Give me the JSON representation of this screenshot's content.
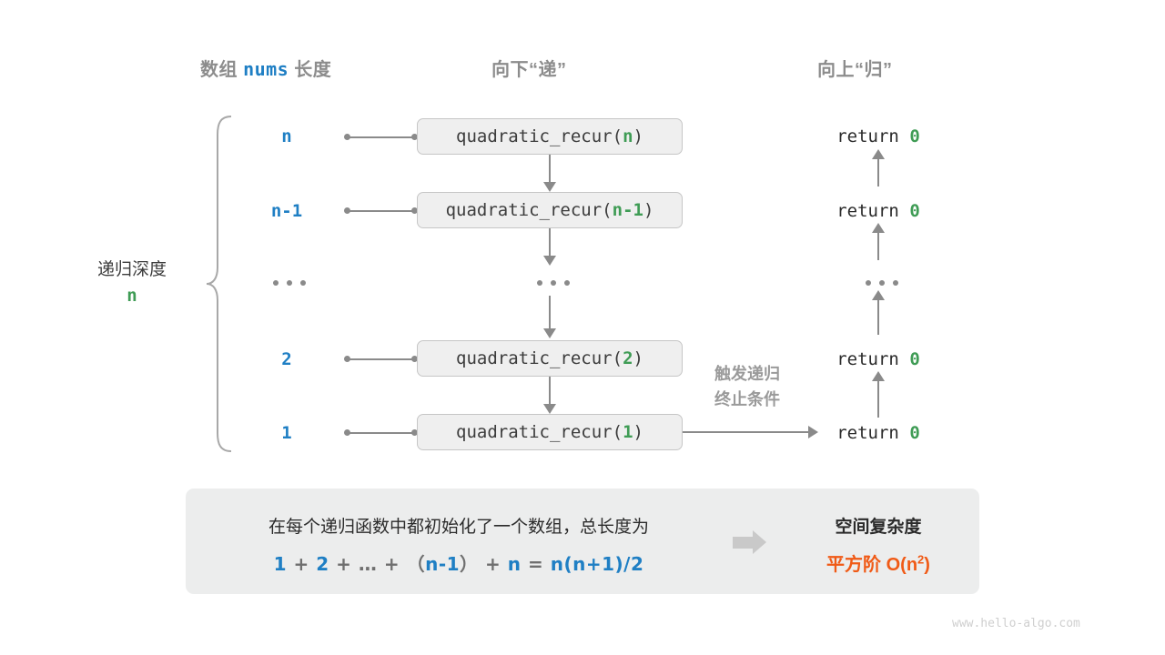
{
  "headers": {
    "left_prefix": "数组",
    "left_code": "nums",
    "left_suffix": "长度",
    "middle": "向下“递”",
    "right": "向上“归”"
  },
  "depth": {
    "label": "递归深度",
    "value": "n"
  },
  "rows": [
    {
      "size": "n",
      "call_prefix": "quadratic_recur(",
      "call_arg": "n",
      "call_suffix": ")",
      "return_text": "return",
      "return_value": "0"
    },
    {
      "size": "n-1",
      "call_prefix": "quadratic_recur(",
      "call_arg": "n-1",
      "call_suffix": ")",
      "return_text": "return",
      "return_value": "0"
    },
    {
      "size": "…",
      "call_prefix": "…",
      "call_arg": "",
      "call_suffix": "",
      "return_text": "…",
      "return_value": ""
    },
    {
      "size": "2",
      "call_prefix": "quadratic_recur(",
      "call_arg": "2",
      "call_suffix": ")",
      "return_text": "return",
      "return_value": "0"
    },
    {
      "size": "1",
      "call_prefix": "quadratic_recur(",
      "call_arg": "1",
      "call_suffix": ")",
      "return_text": "return",
      "return_value": "0"
    }
  ],
  "trigger_note": {
    "line1": "触发递归",
    "line2": "终止条件"
  },
  "summary": {
    "description": "在每个递归函数中都初始化了一个数组，总长度为",
    "formula": {
      "t1": "1",
      "op1": "+",
      "t2": "2",
      "op2": "+",
      "t3": "…",
      "op3": "+",
      "paren_open": "（",
      "t4": "n-1",
      "paren_close": "）",
      "op4": "+",
      "t5": "n",
      "eq": "=",
      "result": "n(n+1)/2"
    },
    "complexity_title": "空间复杂度",
    "complexity_prefix": "平方阶",
    "complexity_big_o": "O(n",
    "complexity_exp": "2",
    "complexity_close": ")"
  },
  "watermark": "www.hello-algo.com",
  "colors": {
    "blue": "#1f7fc4",
    "green": "#3f9c55",
    "orange": "#f05a16",
    "gray_text": "#8c8c8c",
    "box_fill": "#efefef",
    "panel_fill": "#eceded"
  }
}
